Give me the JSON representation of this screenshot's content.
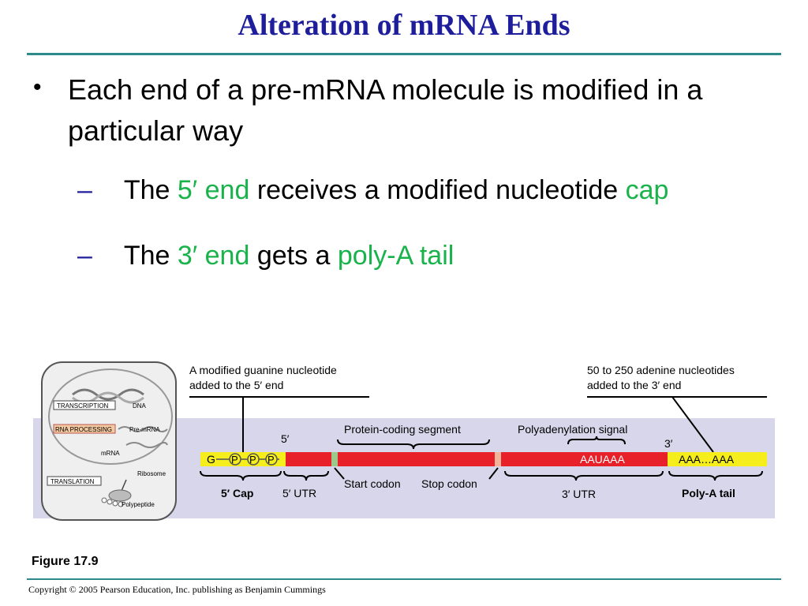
{
  "title": "Alteration of mRNA Ends",
  "bullet": "Each end of a pre-mRNA molecule is modified in a particular way",
  "sub1": {
    "the": "The",
    "end_label": "5′ end",
    "mid": "receives a modified nucleotide",
    "cap": "cap"
  },
  "sub2": {
    "the": "The",
    "end_label": "3′ end",
    "mid": "gets a",
    "tail": "poly-A tail"
  },
  "overview": {
    "transcription": "TRANSCRIPTION",
    "dna": "DNA",
    "rna_processing": "RNA PROCESSING",
    "pre_mrna": "Pre-mRNA",
    "mrna": "mRNA",
    "ribosome": "Ribosome",
    "translation": "TRANSLATION",
    "polypeptide": "Polypeptide"
  },
  "diagram": {
    "guanine_line1": "A modified guanine nucleotide",
    "guanine_line2": "added to the 5′ end",
    "adenine_line1": "50 to 250 adenine nucleotides",
    "adenine_line2": "added to the 3′ end",
    "protein_coding": "Protein-coding segment",
    "polyadenylation": "Polyadenylation signal",
    "five_prime": "5′",
    "three_prime": "3′",
    "g": "G",
    "p": "P",
    "aauaaa": "AAUAAA",
    "aaa": "AAA…AAA",
    "start_codon": "Start codon",
    "stop_codon": "Stop codon",
    "cap_label": "5′ Cap",
    "utr5": "5′ UTR",
    "utr3": "3′ UTR",
    "polya_label": "Poly-A tail"
  },
  "caption": "Figure 17.9",
  "copyright": "Copyright © 2005 Pearson Education, Inc. publishing as Benjamin Cummings",
  "colors": {
    "title": "#1e1e9c",
    "highlight": "#19b24b",
    "mrna": "#e8202a",
    "tail": "#f5ee1c",
    "panel": "#d7d6ea",
    "rule": "#2e8b8b"
  }
}
